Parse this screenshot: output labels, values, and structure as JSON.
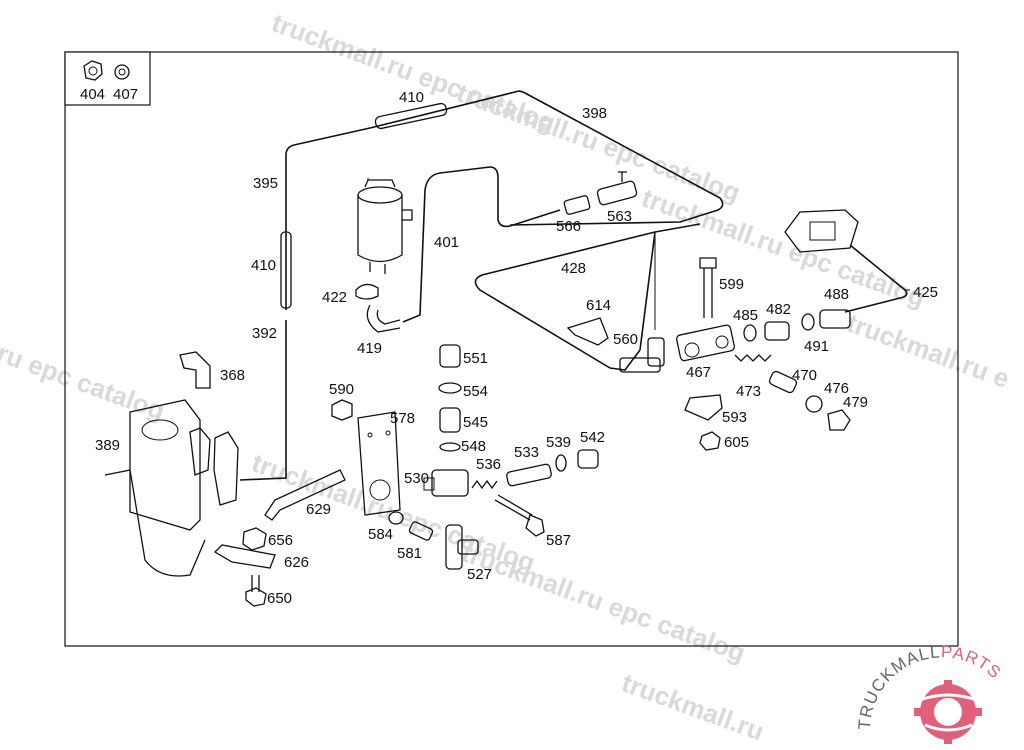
{
  "watermark": {
    "text_1": "truckmall.ru epc catalog",
    "text_2": "truckmall.ru epc catalog",
    "text_3": "truckmall.ru epc catalog",
    "text_4": "ru epc catalog",
    "text_5": "truckmall.ru epc catalog",
    "text_6": "truckmall.ru epc catalog",
    "text_7": "truckmall.ru e",
    "text_8": "truckmall.ru"
  },
  "logo": {
    "brand_main": "TRUCKMALL",
    "brand_accent": "PARTS"
  },
  "colors": {
    "logo_accent": "#e0607a",
    "watermark": "#d9d9d9",
    "line": "#111111"
  },
  "inset": {
    "label_a": "404",
    "label_b": "407"
  },
  "labels": {
    "p410a": "410",
    "p398": "398",
    "p395": "395",
    "p410b": "410",
    "p392": "392",
    "p401": "401",
    "p422": "422",
    "p419": "419",
    "p566": "566",
    "p563": "563",
    "p428": "428",
    "p599": "599",
    "p614": "614",
    "p560": "560",
    "p425": "425",
    "p488": "488",
    "p482": "482",
    "p485": "485",
    "p491": "491",
    "p467": "467",
    "p473": "473",
    "p470": "470",
    "p476": "476",
    "p479": "479",
    "p593": "593",
    "p605": "605",
    "p368": "368",
    "p389": "389",
    "p590": "590",
    "p551": "551",
    "p554": "554",
    "p578": "578",
    "p545": "545",
    "p548": "548",
    "p533": "533",
    "p539": "539",
    "p542": "542",
    "p536": "536",
    "p530": "530",
    "p629": "629",
    "p584": "584",
    "p581": "581",
    "p587": "587",
    "p527": "527",
    "p656": "656",
    "p626": "626",
    "p650": "650"
  }
}
